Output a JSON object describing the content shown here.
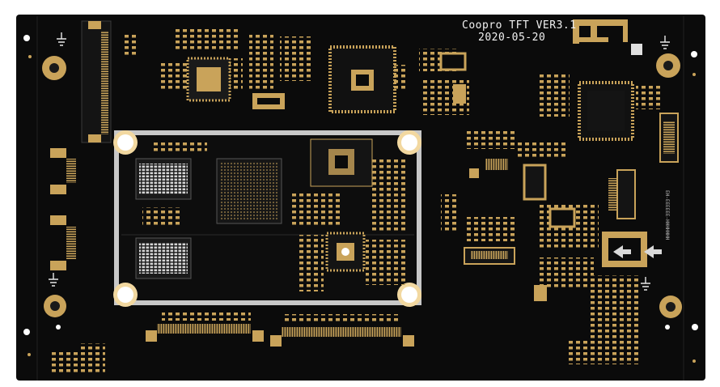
{
  "board": {
    "silkscreen_title": "Coopro TFT VER3.1",
    "silkscreen_date": "2020-05-20",
    "side_marking": "EH-EEEEEE-HHHHHHH"
  },
  "colors": {
    "board": "#0b0b0b",
    "copper_gold": "#c9a35a",
    "gold_dark": "#9e7b3e",
    "silkscreen": "#f2f2f2",
    "module_frame": "#c8c8c8"
  },
  "icons": {
    "esd": "ground-symbol-icon",
    "arrows": "arrow-left-icon"
  }
}
